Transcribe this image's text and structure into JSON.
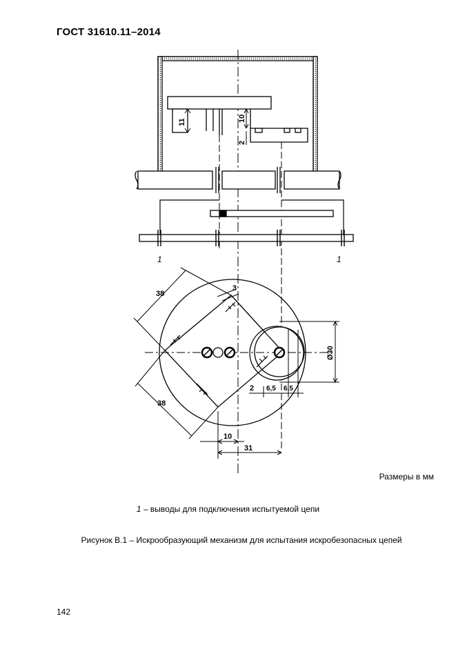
{
  "header": {
    "standard": "ГОСТ 31610.11–2014"
  },
  "figure": {
    "dimensions": {
      "d11": "11",
      "d10": "10",
      "d2_top": "2",
      "d38_top": "38",
      "d3": "3",
      "d38_bottom": "38",
      "dia30": "Ø30",
      "d2_mid": "2",
      "d6_5_left": "6,5",
      "d6_5_right": "6,5",
      "d10_bottom": "10",
      "d31": "31"
    },
    "callouts": {
      "left": "1",
      "right": "1"
    }
  },
  "units_note": "Размеры в мм",
  "legend": {
    "marker": "1",
    "text": " – выводы для подключения испытуемой цепи"
  },
  "caption": "Рисунок В.1 – Искрообразующий механизм для испытания искробезопасных цепей",
  "page_number": "142"
}
